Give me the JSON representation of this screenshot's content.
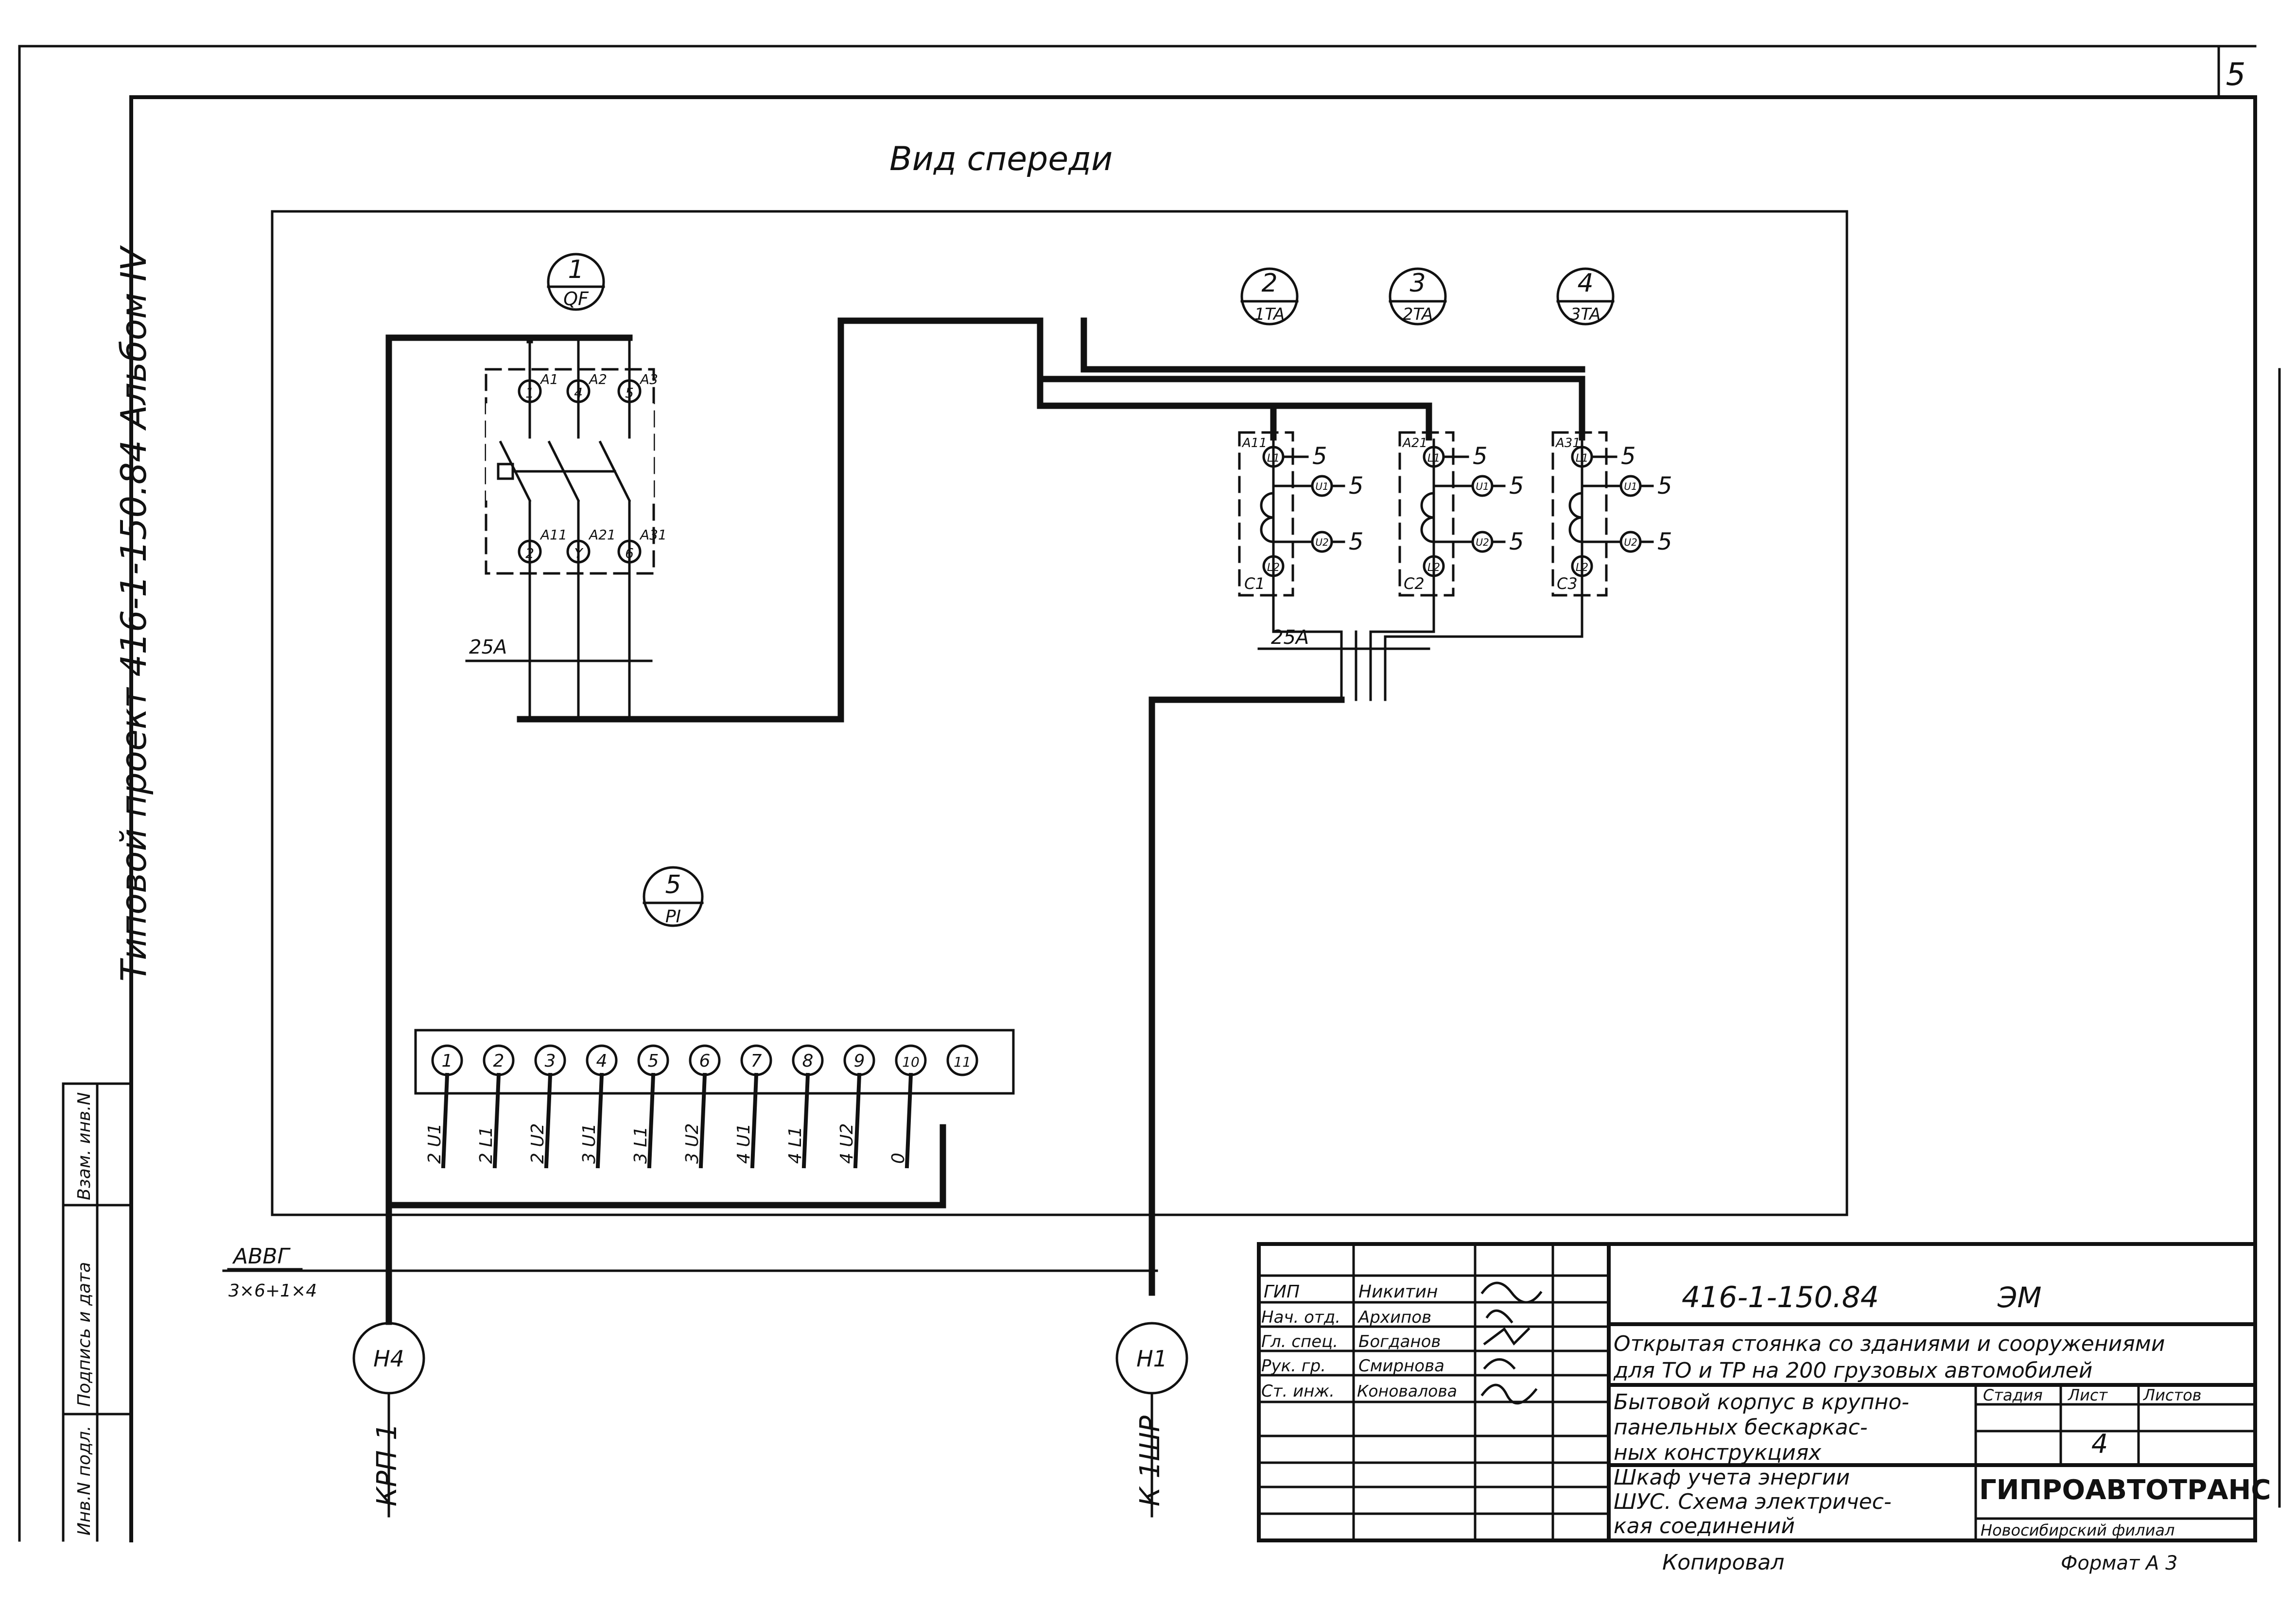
{
  "sheet_number": "5",
  "side_stamp": "Типовой проект 416-1-150.84 Альбом IV",
  "view_title": "Вид спереди",
  "left_strip": [
    "Инв.N подл.",
    "Подпись и дата",
    "Взам. инв.N"
  ],
  "components": {
    "breaker": {
      "num": "1",
      "code": "QF",
      "rating": "25A",
      "top_pins": [
        "1",
        "4",
        "5"
      ],
      "top_labels": [
        "A1",
        "A2",
        "A3"
      ],
      "bot_pins": [
        "2",
        "Y",
        "6"
      ],
      "bot_labels": [
        "A11",
        "A21",
        "A31"
      ]
    },
    "tt1": {
      "num": "2",
      "code": "1TA",
      "label": "C1",
      "top": "A11"
    },
    "tt2": {
      "num": "3",
      "code": "2TA",
      "label": "C2",
      "top": "A21"
    },
    "tt3": {
      "num": "4",
      "code": "3TA",
      "label": "C3",
      "top": "A31"
    },
    "tt_pins": [
      "L1",
      "U1",
      "U2",
      "L2"
    ],
    "tt_out": "5",
    "tt_rating": "25A",
    "terminal": {
      "num": "5",
      "code": "PI"
    }
  },
  "terminals": [
    "1",
    "2",
    "3",
    "4",
    "5",
    "6",
    "7",
    "8",
    "9",
    "10",
    "11"
  ],
  "terminal_wires": [
    "2 U1",
    "2 L1",
    "2 U2",
    "3 U1",
    "3 L1",
    "3 U2",
    "4 U1",
    "4 L1",
    "4 U2",
    "0"
  ],
  "cable": {
    "type": "АВВГ",
    "size": "3×6+1×4"
  },
  "nodes": {
    "left": "H4",
    "right": "H1"
  },
  "destinations": {
    "left": "КРП-1",
    "right": "К 1ШР"
  },
  "title_block": {
    "roles": [
      "ГИП",
      "Нач. отд.",
      "Гл. спец.",
      "Рук. гр.",
      "Ст. инж."
    ],
    "names": [
      "Никитин",
      "Архипов",
      "Богданов",
      "Смирнова",
      "Коновалова"
    ],
    "code": "416-1-150.84",
    "mark": "ЭМ",
    "project_line1": "Открытая стоянка со зданиями и сооружениями",
    "project_line2": "для ТО и ТР на 200 грузовых автомобилей",
    "building_line1": "Бытовой корпус в крупно-",
    "building_line2": "панельных бескаркас-",
    "building_line3": "ных конструкциях",
    "stage_h": "Стадия",
    "sheet_h": "Лист",
    "sheets_h": "Листов",
    "sheet_val": "4",
    "sheet_title1": "Шкаф учета энергии",
    "sheet_title2": "ШУС. Схема электричес-",
    "sheet_title3": "кая соединений",
    "org": "ГИПРОАВТОТРАНС",
    "branch": "Новосибирский филиал",
    "copied": "Копировал",
    "format": "Формат А 3"
  }
}
